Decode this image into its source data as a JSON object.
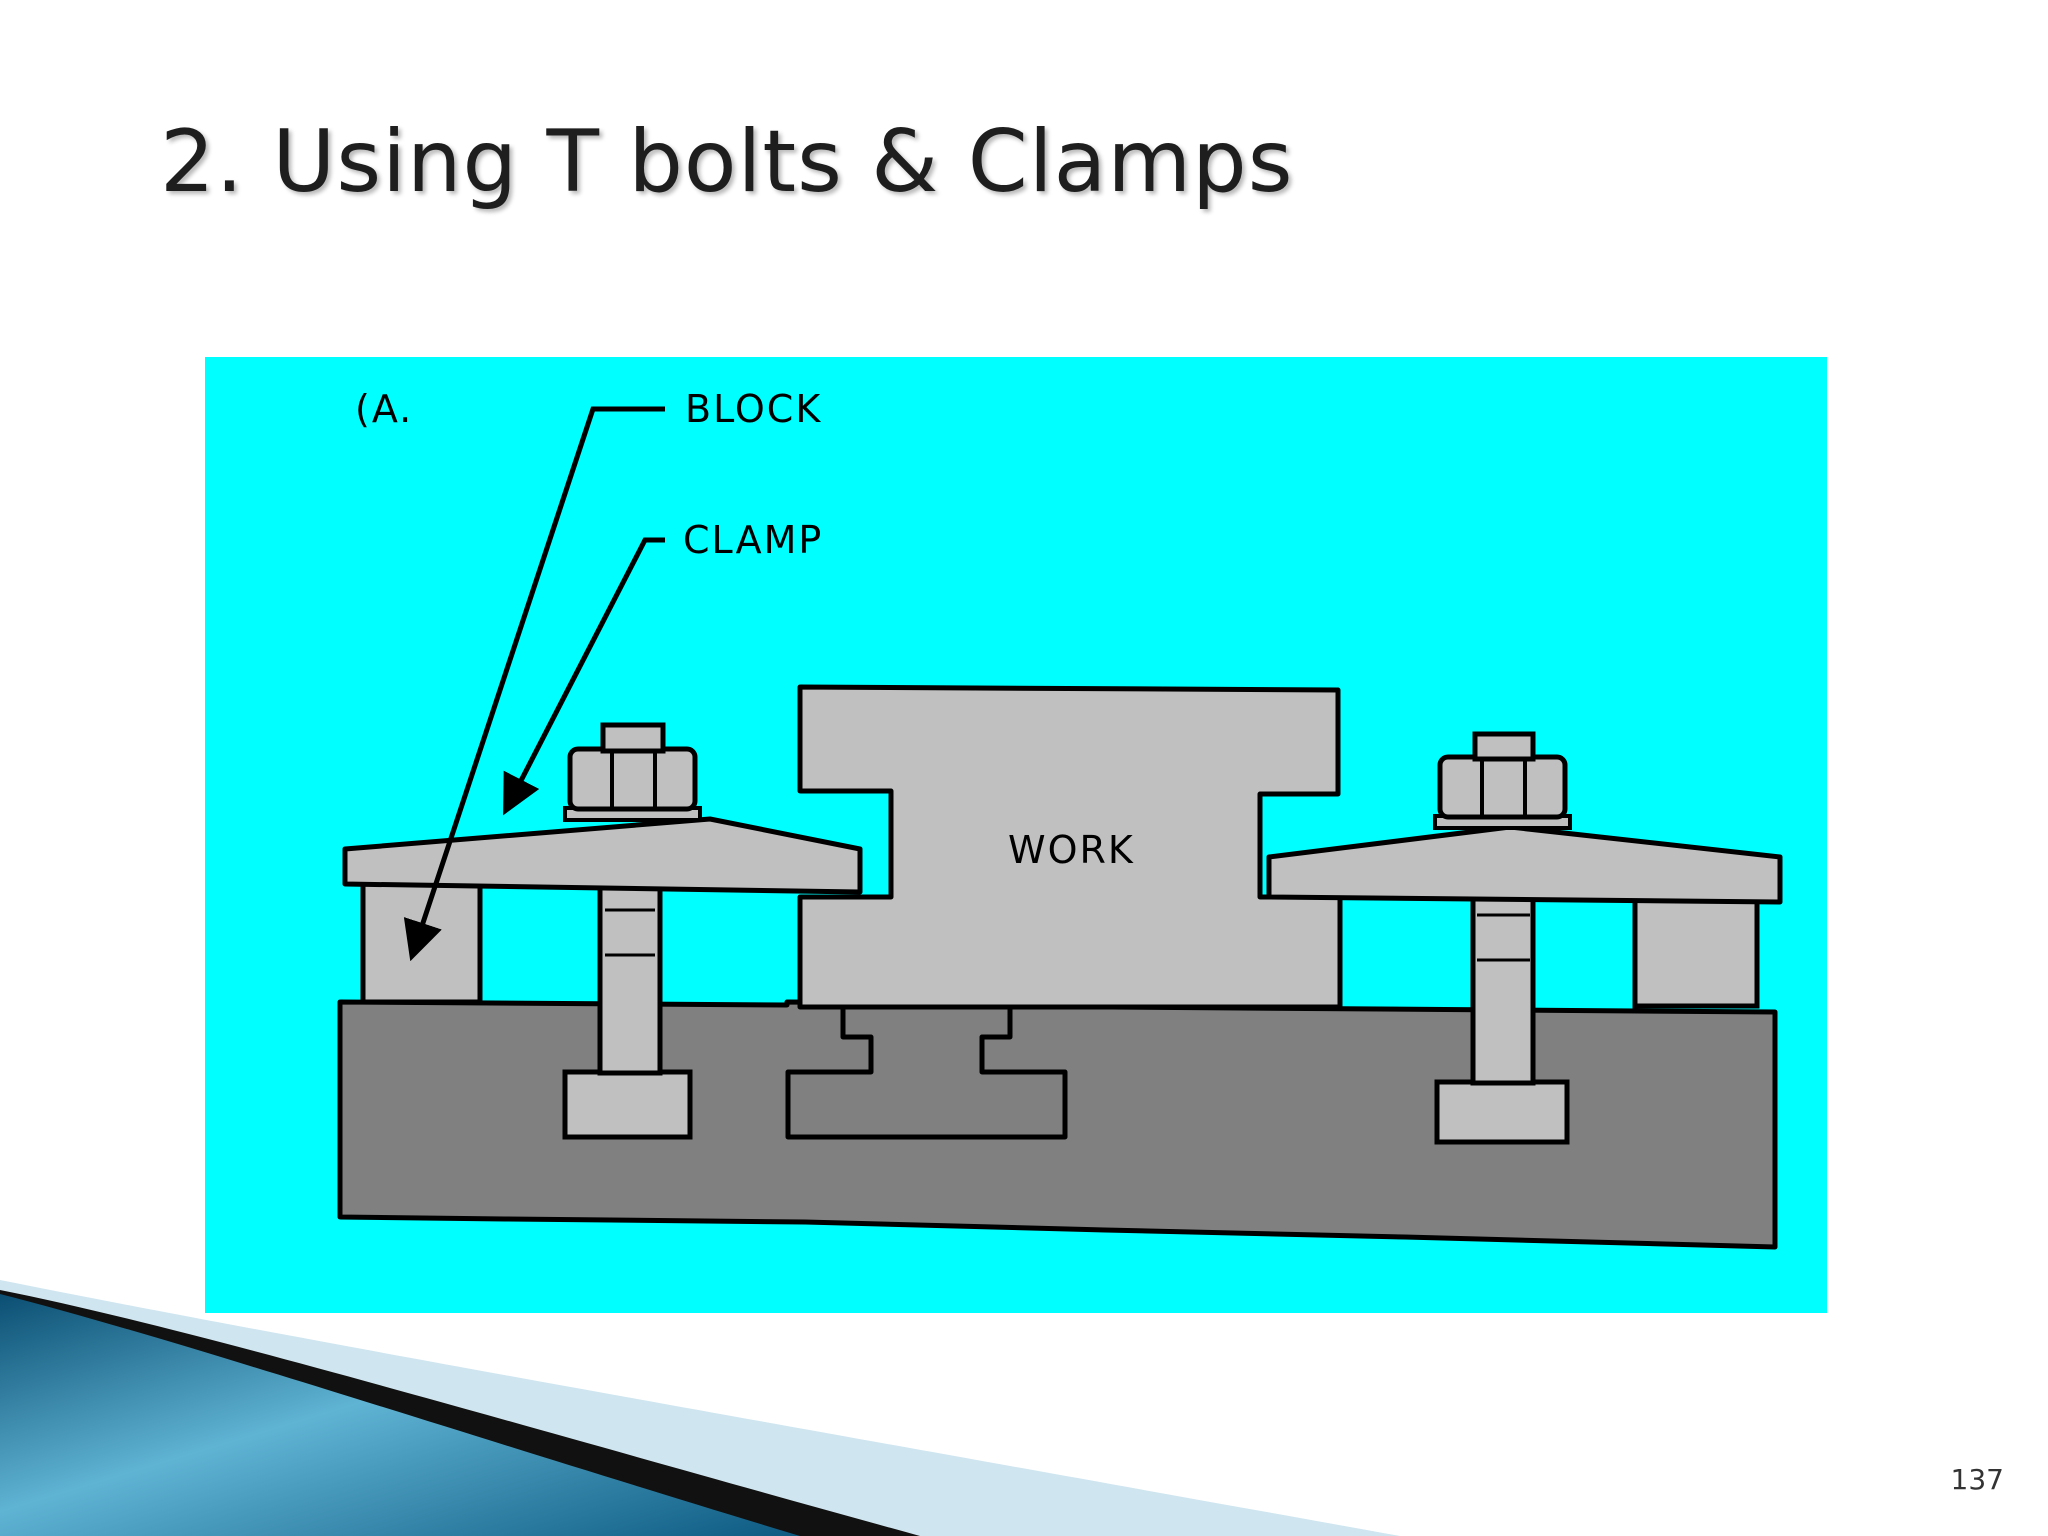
{
  "slide": {
    "title": "2. Using T bolts & Clamps",
    "page_number": "137"
  },
  "diagram": {
    "background_color": "#00ffff",
    "part_color": "#c0c0c0",
    "table_color": "#808080",
    "outline_color": "#000000",
    "figure_label": "(A.",
    "labels": {
      "block": "BLOCK",
      "clamp": "CLAMP",
      "work": "WORK"
    }
  },
  "theme": {
    "accent_dark": "#0f5d86",
    "accent_light": "#cfe5ef"
  }
}
